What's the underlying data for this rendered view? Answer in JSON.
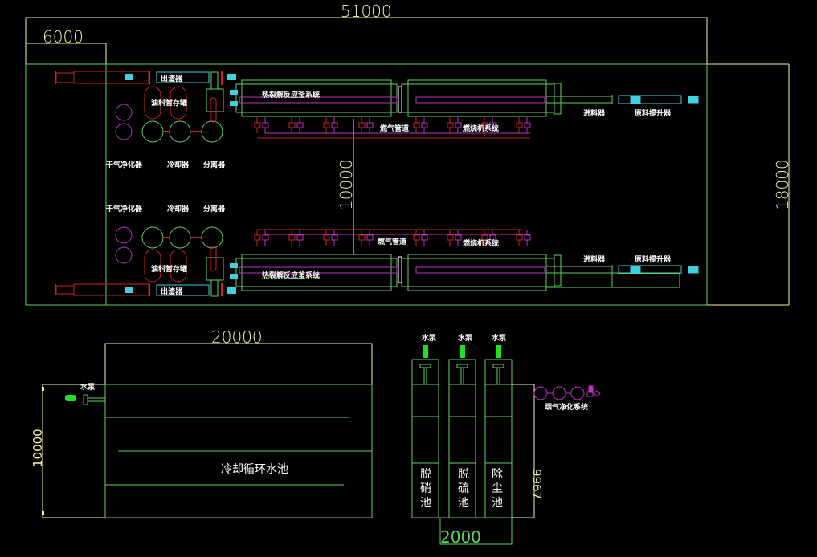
{
  "colors": {
    "background": "#000000",
    "dimension": "#f4f4a0",
    "outline": "#5fd35f",
    "fuel_line": "#d42020",
    "gas_line": "#c030c0",
    "conveyor": "#40d0e0",
    "pump": "#20e020",
    "label": "#ffffff"
  },
  "dimensions": {
    "total_width": "51000",
    "left_section": "6000",
    "total_height": "18000",
    "line_spacing": "10000",
    "pool_width": "20000",
    "pool_height": "10000",
    "tank_height": "9967",
    "tank_width": "2000"
  },
  "production_lines": [
    {
      "discharger": "出渣器",
      "oil_tank": "油料暂存罐",
      "gas_purifier": "干气净化器",
      "cooler": "冷却器",
      "separator": "分离器",
      "reactor": "热裂解反应釜系统",
      "gas_pipe": "燃气管道",
      "burner": "燃烧机系统",
      "feeder": "进料器",
      "lifter": "原料提升器"
    },
    {
      "discharger": "出渣器",
      "oil_tank": "油料暂存罐",
      "gas_purifier": "干气净化器",
      "cooler": "冷却器",
      "separator": "分离器",
      "reactor": "热裂解反应釜系统",
      "gas_pipe": "燃气管道",
      "burner": "燃烧机系统",
      "feeder": "进料器",
      "lifter": "原料提升器"
    }
  ],
  "cooling_pool": {
    "label": "冷却循环水池",
    "pump": "水泵"
  },
  "tanks": [
    {
      "pump": "水泵",
      "label": [
        "脱",
        "硝",
        "池"
      ]
    },
    {
      "pump": "水泵",
      "label": [
        "脱",
        "硫",
        "池"
      ]
    },
    {
      "pump": "水泵",
      "label": [
        "除",
        "尘",
        "池"
      ]
    }
  ],
  "flue_gas": {
    "label": "烟气净化系统"
  }
}
